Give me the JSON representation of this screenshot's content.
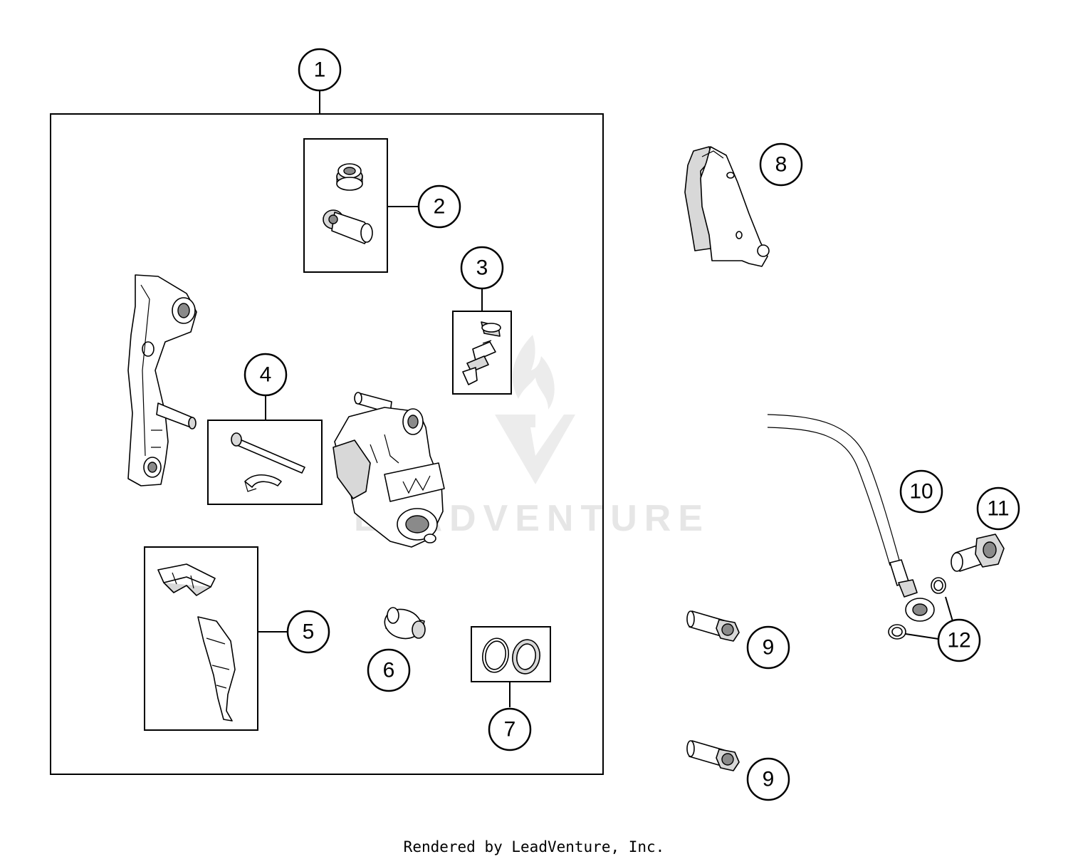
{
  "callouts": [
    {
      "id": "1",
      "label": "1"
    },
    {
      "id": "2",
      "label": "2"
    },
    {
      "id": "3",
      "label": "3"
    },
    {
      "id": "4",
      "label": "4"
    },
    {
      "id": "5",
      "label": "5"
    },
    {
      "id": "6",
      "label": "6"
    },
    {
      "id": "7",
      "label": "7"
    },
    {
      "id": "8",
      "label": "8"
    },
    {
      "id": "9a",
      "label": "9"
    },
    {
      "id": "9b",
      "label": "9"
    },
    {
      "id": "10",
      "label": "10"
    },
    {
      "id": "11",
      "label": "11"
    },
    {
      "id": "12",
      "label": "12"
    }
  ],
  "watermark": {
    "text": "LEADVENTURE"
  },
  "footer": {
    "credit": "Rendered by LeadVenture, Inc."
  }
}
